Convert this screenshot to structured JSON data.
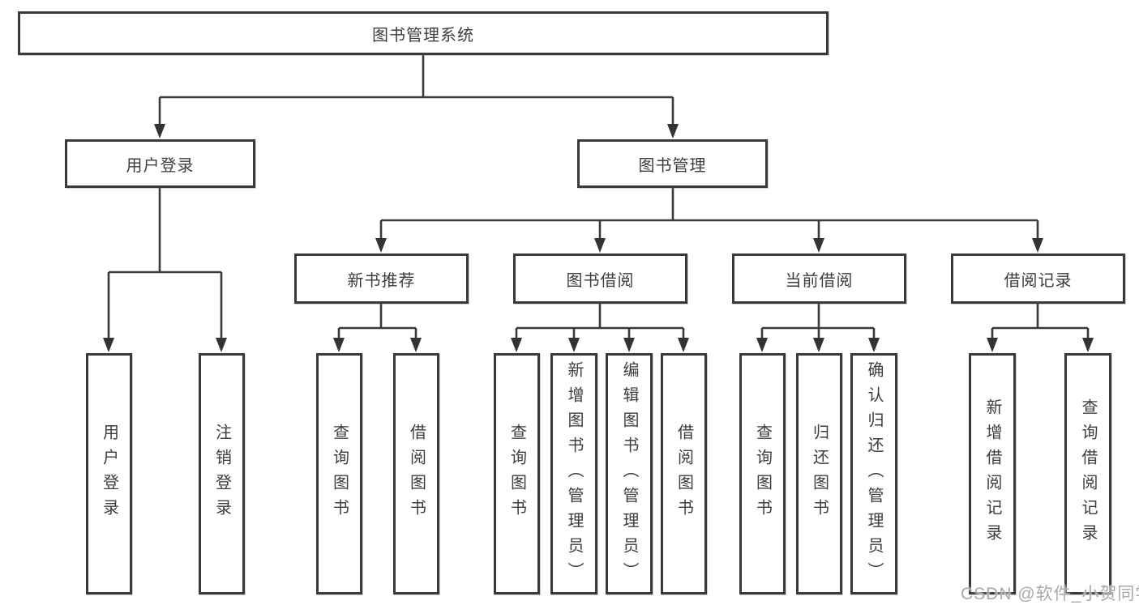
{
  "colors": {
    "line": "#3a3a3a",
    "box_border": "#3a3a3a",
    "text": "#3d3d3d",
    "background": "#ffffff",
    "watermark": "#a9a9a9"
  },
  "diagram": {
    "title": "图书管理系统",
    "level2": [
      {
        "label": "用户登录",
        "children": [
          {
            "label": "用户登录"
          },
          {
            "label": "注销登录"
          }
        ]
      },
      {
        "label": "图书管理",
        "children": [
          {
            "label": "新书推荐",
            "children": [
              {
                "label": "查询图书"
              },
              {
                "label": "借阅图书"
              }
            ]
          },
          {
            "label": "图书借阅",
            "children": [
              {
                "label": "查询图书"
              },
              {
                "label": "新增图书（管理员）"
              },
              {
                "label": "编辑图书（管理员）"
              },
              {
                "label": "借阅图书"
              }
            ]
          },
          {
            "label": "当前借阅",
            "children": [
              {
                "label": "查询图书"
              },
              {
                "label": "归还图书"
              },
              {
                "label": "确认归还（管理员）"
              }
            ]
          },
          {
            "label": "借阅记录",
            "children": [
              {
                "label": "新增借阅记录"
              },
              {
                "label": "查询借阅记录"
              }
            ]
          }
        ]
      }
    ]
  },
  "watermark": {
    "text": "CSDN @软件_小贺同学"
  }
}
